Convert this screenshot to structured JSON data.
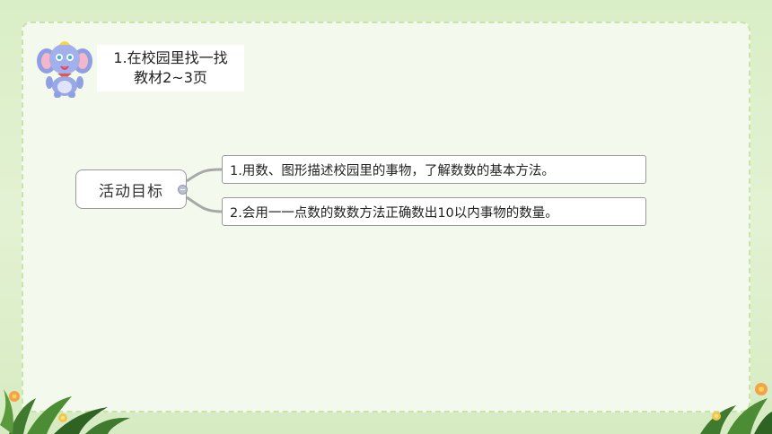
{
  "lesson": {
    "title_line1": "1.在校园里找一找",
    "title_line2": "教材2~3页"
  },
  "mindmap": {
    "root": "活动目标",
    "branches": [
      {
        "label": "1.用数、图形描述校园里的事物，了解数数的基本方法。"
      },
      {
        "label": "2.会用一一点数的数数方法正确数出10以内事物的数量。"
      }
    ]
  },
  "colors": {
    "background": "#dcefc9",
    "frame_border": "#c9e4a8",
    "connector": "#a8a8a8",
    "elephant": "#9aa8e6"
  }
}
